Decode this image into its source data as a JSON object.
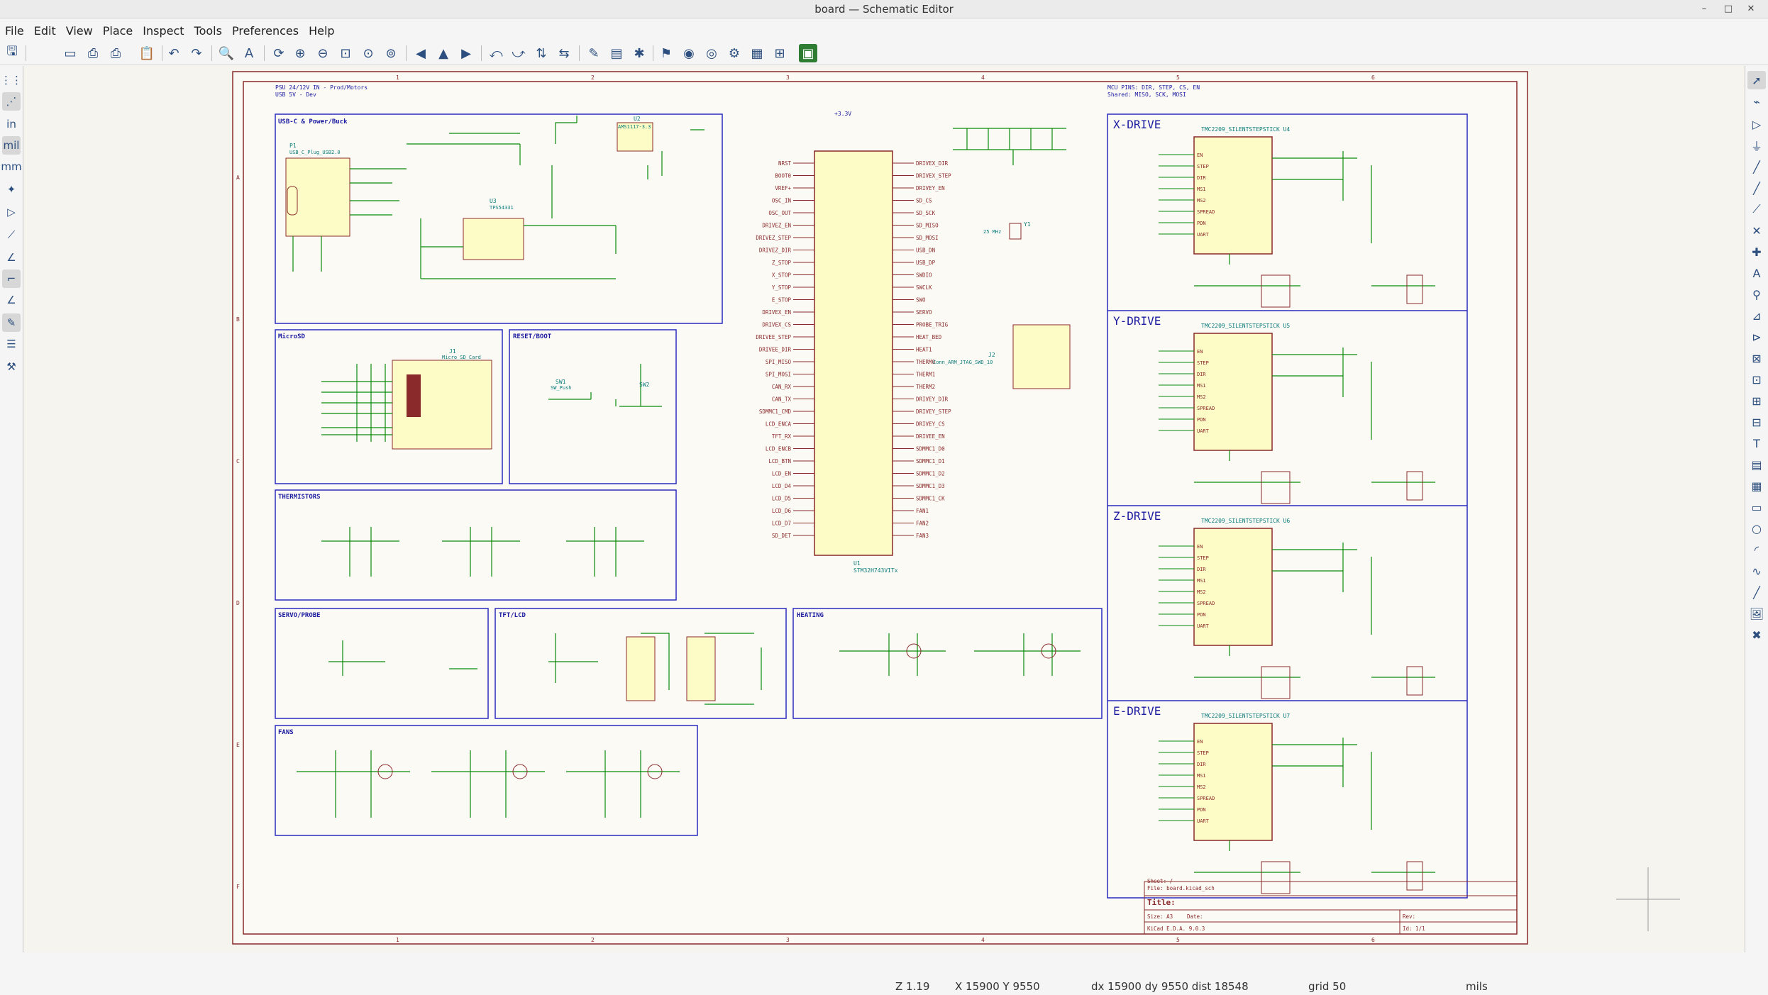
{
  "window": {
    "title": "board — Schematic Editor"
  },
  "menu": [
    "File",
    "Edit",
    "View",
    "Place",
    "Inspect",
    "Tools",
    "Preferences",
    "Help"
  ],
  "sheet_notes": {
    "psu": "PSU 24/12V IN - Prod/Motors",
    "usb": "USB 5V - Dev",
    "mcu_pins": "MCU PINS: DIR, STEP, CS, EN",
    "shared": "Shared: MISO, SCK, MOSI"
  },
  "blocks": {
    "usb": "USB-C & Power/Buck",
    "microsd": "MicroSD",
    "reset": "RESET/BOOT",
    "thermistors": "THERMISTORS",
    "servo": "SERVO/PROBE",
    "tft": "TFT/LCD",
    "heating": "HEATING",
    "fans": "FANS",
    "xdrive": "X-DRIVE",
    "ydrive": "Y-DRIVE",
    "zdrive": "Z-DRIVE",
    "edrive": "E-DRIVE"
  },
  "symbols": {
    "mcu_ref": "U1",
    "mcu_val": "STM32H743VITx",
    "mcu_pwr": "+3.3V",
    "reg_ref": "U2",
    "reg_val": "AMS1117-3.3",
    "buck_ref": "U3",
    "buck_val": "TPS54331",
    "usbc_ref": "P1",
    "usbc_val": "USB_C_Plug_USB2.0",
    "sd_ref": "J1",
    "sd_val": "Micro_SD_Card",
    "swd_ref": "J2",
    "swd_val": "Conn_ARM_JTAG_SWD_10",
    "drv_val": "TMC2209_SILENTSTEPSTICK",
    "x_ref": "U4",
    "y_ref": "U5",
    "z_ref": "U6",
    "e_ref": "U7",
    "xtal": "Y1",
    "xtal_val": "25 MHz",
    "sw1": "SW1",
    "sw2": "SW2",
    "sw_val": "SW_Push"
  },
  "mcu_left_pins": [
    "NRST",
    "BOOT0",
    "VREF+",
    "OSC_IN",
    "OSC_OUT",
    "DRIVEZ_EN",
    "DRIVEZ_STEP",
    "DRIVEZ_DIR",
    "Z_STOP",
    "X_STOP",
    "Y_STOP",
    "E_STOP",
    "DRIVEX_EN",
    "DRIVEX_CS",
    "DRIVEE_STEP",
    "DRIVEE_DIR",
    "SPI_MISO",
    "SPI_MOSI",
    "CAN_RX",
    "CAN_TX",
    "SDMMC1_CMD",
    "LCD_ENCA",
    "TFT_RX",
    "LCD_ENCB",
    "LCD_BTN",
    "LCD_EN",
    "LCD_D4",
    "LCD_D5",
    "LCD_D6",
    "LCD_D7",
    "SD_DET"
  ],
  "mcu_right_pins": [
    "DRIVEX_DIR",
    "DRIVEX_STEP",
    "DRIVEY_EN",
    "SD_CS",
    "SD_SCK",
    "SD_MISO",
    "SD_MOSI",
    "USB_DN",
    "USB_DP",
    "SWDIO",
    "SWCLK",
    "SWO",
    "SERVO",
    "PROBE_TRIG",
    "HEAT_BED",
    "HEAT1",
    "THERM0",
    "THERM1",
    "THERM2",
    "DRIVEY_DIR",
    "DRIVEY_STEP",
    "DRIVEY_CS",
    "DRIVEE_EN",
    "SDMMC1_D0",
    "SDMMC1_D1",
    "SDMMC1_D2",
    "SDMMC1_D3",
    "SDMMC1_CK",
    "FAN1",
    "FAN2",
    "FAN3"
  ],
  "driver_pins": [
    "EN",
    "STEP",
    "DIR",
    "MS1",
    "MS2",
    "SPREAD",
    "PDN",
    "UART"
  ],
  "title_block": {
    "sheet": "Sheet: /",
    "file": "File: board.kicad_sch",
    "title_label": "Title:",
    "size": "Size: A3",
    "date": "Date:",
    "rev": "Rev:",
    "kicad": "KiCad E.D.A. 9.0.3",
    "id": "Id: 1/1"
  },
  "status": {
    "zoom": "Z 1.19",
    "xy": "X 15900  Y 9550",
    "delta": "dx 15900  dy 9550  dist 18548",
    "grid": "grid 50",
    "units": "mils"
  }
}
